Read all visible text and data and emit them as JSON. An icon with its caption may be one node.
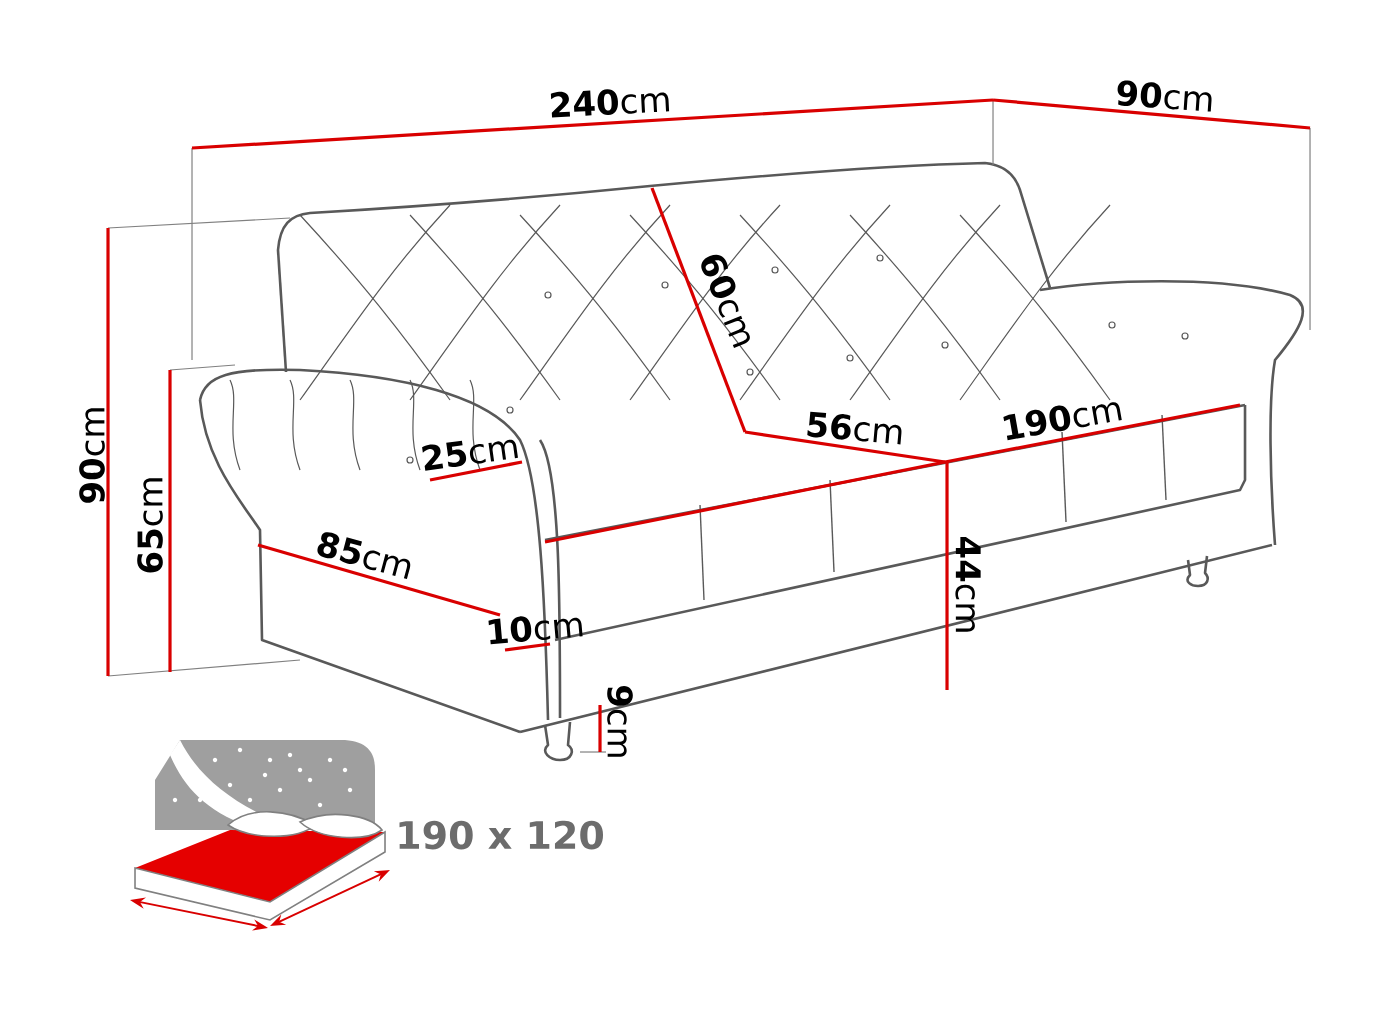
{
  "diagram": {
    "labels": [
      "**240**cm",
      "**90**cm",
      "**60**cm",
      "**90**cm",
      "**65**cm",
      "**25**cm",
      "**56**cm",
      "**190**cm",
      "**85**cm",
      "**44**cm",
      "**10**cm",
      "**9**cm",
      "190 x 120"
    ]
  }
}
